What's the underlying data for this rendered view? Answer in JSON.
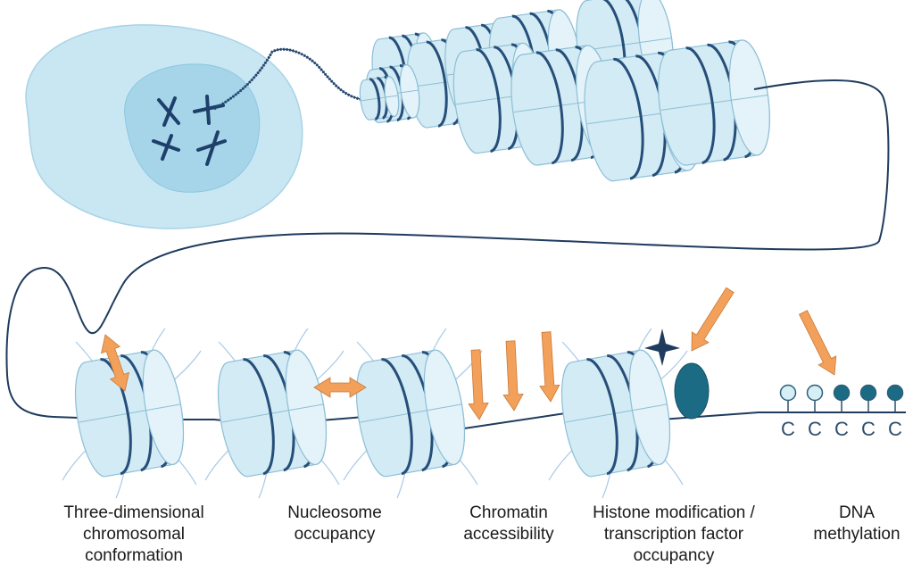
{
  "labels": {
    "three_d": [
      "Three-dimensional",
      "chromosomal",
      "conformation"
    ],
    "nucleosome": [
      "Nucleosome",
      "occupancy"
    ],
    "accessibility": [
      "Chromatin",
      "accessibility"
    ],
    "histone": [
      "Histone modification /",
      "transcription factor",
      "occupancy"
    ],
    "methylation": [
      "DNA",
      "methylation"
    ]
  },
  "cpg_letter": "C",
  "cpg_sites": [
    {
      "methylated": false
    },
    {
      "methylated": false
    },
    {
      "methylated": true
    },
    {
      "methylated": true
    },
    {
      "methylated": true
    }
  ],
  "colors": {
    "dna_line": "#1f3b5e",
    "chromosome": "#1f3f6b",
    "cell": "#c9e6f3",
    "nucleus": "#a6d5ea",
    "nucleosome_fill": "#d3ebf4",
    "nucleosome_band": "#264e7a",
    "arrow_orange": "#f2a05a",
    "arrow_teal": "#4bb3c8",
    "tf": "#1c6b85",
    "methyl_filled": "#1c6b85",
    "methyl_open": "#d6eef6"
  },
  "icons": {
    "modification_mark": "four-point-star-icon",
    "transcription_factor": "ellipse-icon"
  }
}
